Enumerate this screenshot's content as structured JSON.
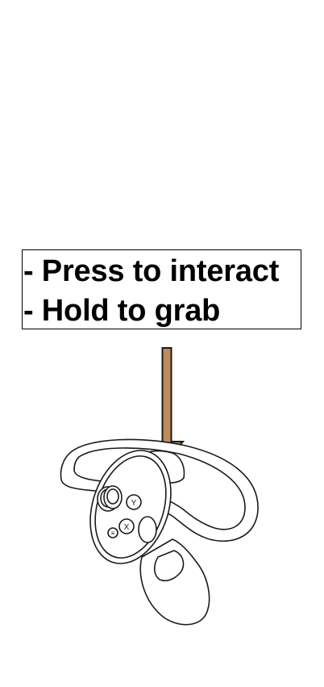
{
  "callout": {
    "lines": [
      "- Press to interact",
      "- Hold to grab"
    ]
  },
  "colors": {
    "arrow_fill": "#C08A5B",
    "arrow_stroke": "#1a1a1a",
    "line_art": "#1a1a1a",
    "background": "#ffffff"
  },
  "controller": {
    "buttons": [
      {
        "icon": "y-button-icon",
        "glyph": "Y"
      },
      {
        "icon": "x-button-icon",
        "glyph": "X"
      },
      {
        "icon": "menu-button-icon",
        "glyph": "≡"
      }
    ]
  }
}
